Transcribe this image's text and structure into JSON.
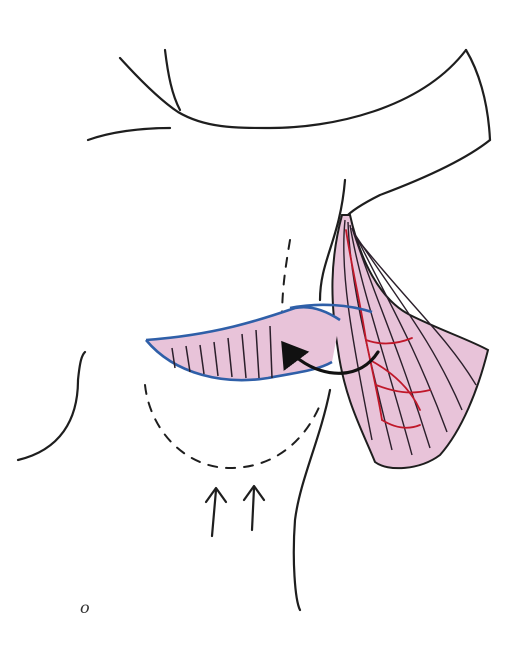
{
  "figure": {
    "panel_label": "o",
    "colors": {
      "outline": "#1e1e1e",
      "flap_fill": "#e8c3d9",
      "flap_border": "#2f5fa8",
      "muscle_fiber": "#2b1f2b",
      "vessel": "#c0182a",
      "arrow": "#111111"
    },
    "icons": [
      "curved-rotation-arrow",
      "upward-arrow",
      "dashed-outline"
    ]
  }
}
